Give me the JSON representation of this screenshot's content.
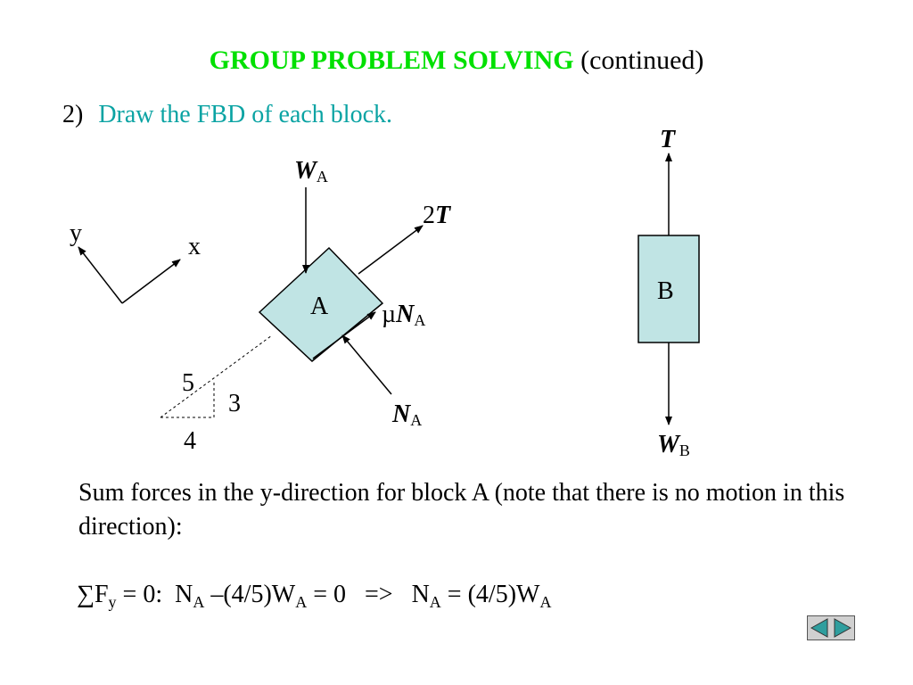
{
  "title": {
    "main": "GROUP PROBLEM SOLVING",
    "sub": "(continued)"
  },
  "step": {
    "number": "2)",
    "text": "Draw the FBD of each block."
  },
  "diagram": {
    "axes": {
      "y": "y",
      "x": "x"
    },
    "block_a": {
      "label": "A",
      "weight": {
        "symbol": "W",
        "sub": "A"
      },
      "tension": {
        "coef": "2",
        "symbol": "T"
      },
      "friction": {
        "mu": "µ",
        "symbol": "N",
        "sub": "A"
      },
      "normal": {
        "symbol": "N",
        "sub": "A"
      },
      "slope": {
        "hyp": "5",
        "rise": "3",
        "run": "4"
      }
    },
    "block_b": {
      "label": "B",
      "tension": {
        "symbol": "T"
      },
      "weight": {
        "symbol": "W",
        "sub": "B"
      }
    },
    "colors": {
      "block_fill": "#c0e4e4",
      "title_green": "#00e000",
      "step_teal": "#0aa3a3"
    }
  },
  "paragraph": "Sum forces in the y-direction for block A (note that there is no motion in this direction):",
  "equation": {
    "sigma": "∑",
    "f": "F",
    "f_sub": "y",
    "part1": " = 0:  N",
    "na_sub1": "A",
    "part2": " –(4/5)W",
    "wa_sub1": "A",
    "part3": " = 0   =>   N",
    "na_sub2": "A",
    "part4": " = (4/5)W",
    "wa_sub2": "A"
  },
  "nav": {
    "prev_icon": "left-arrow-icon",
    "next_icon": "right-arrow-icon"
  }
}
